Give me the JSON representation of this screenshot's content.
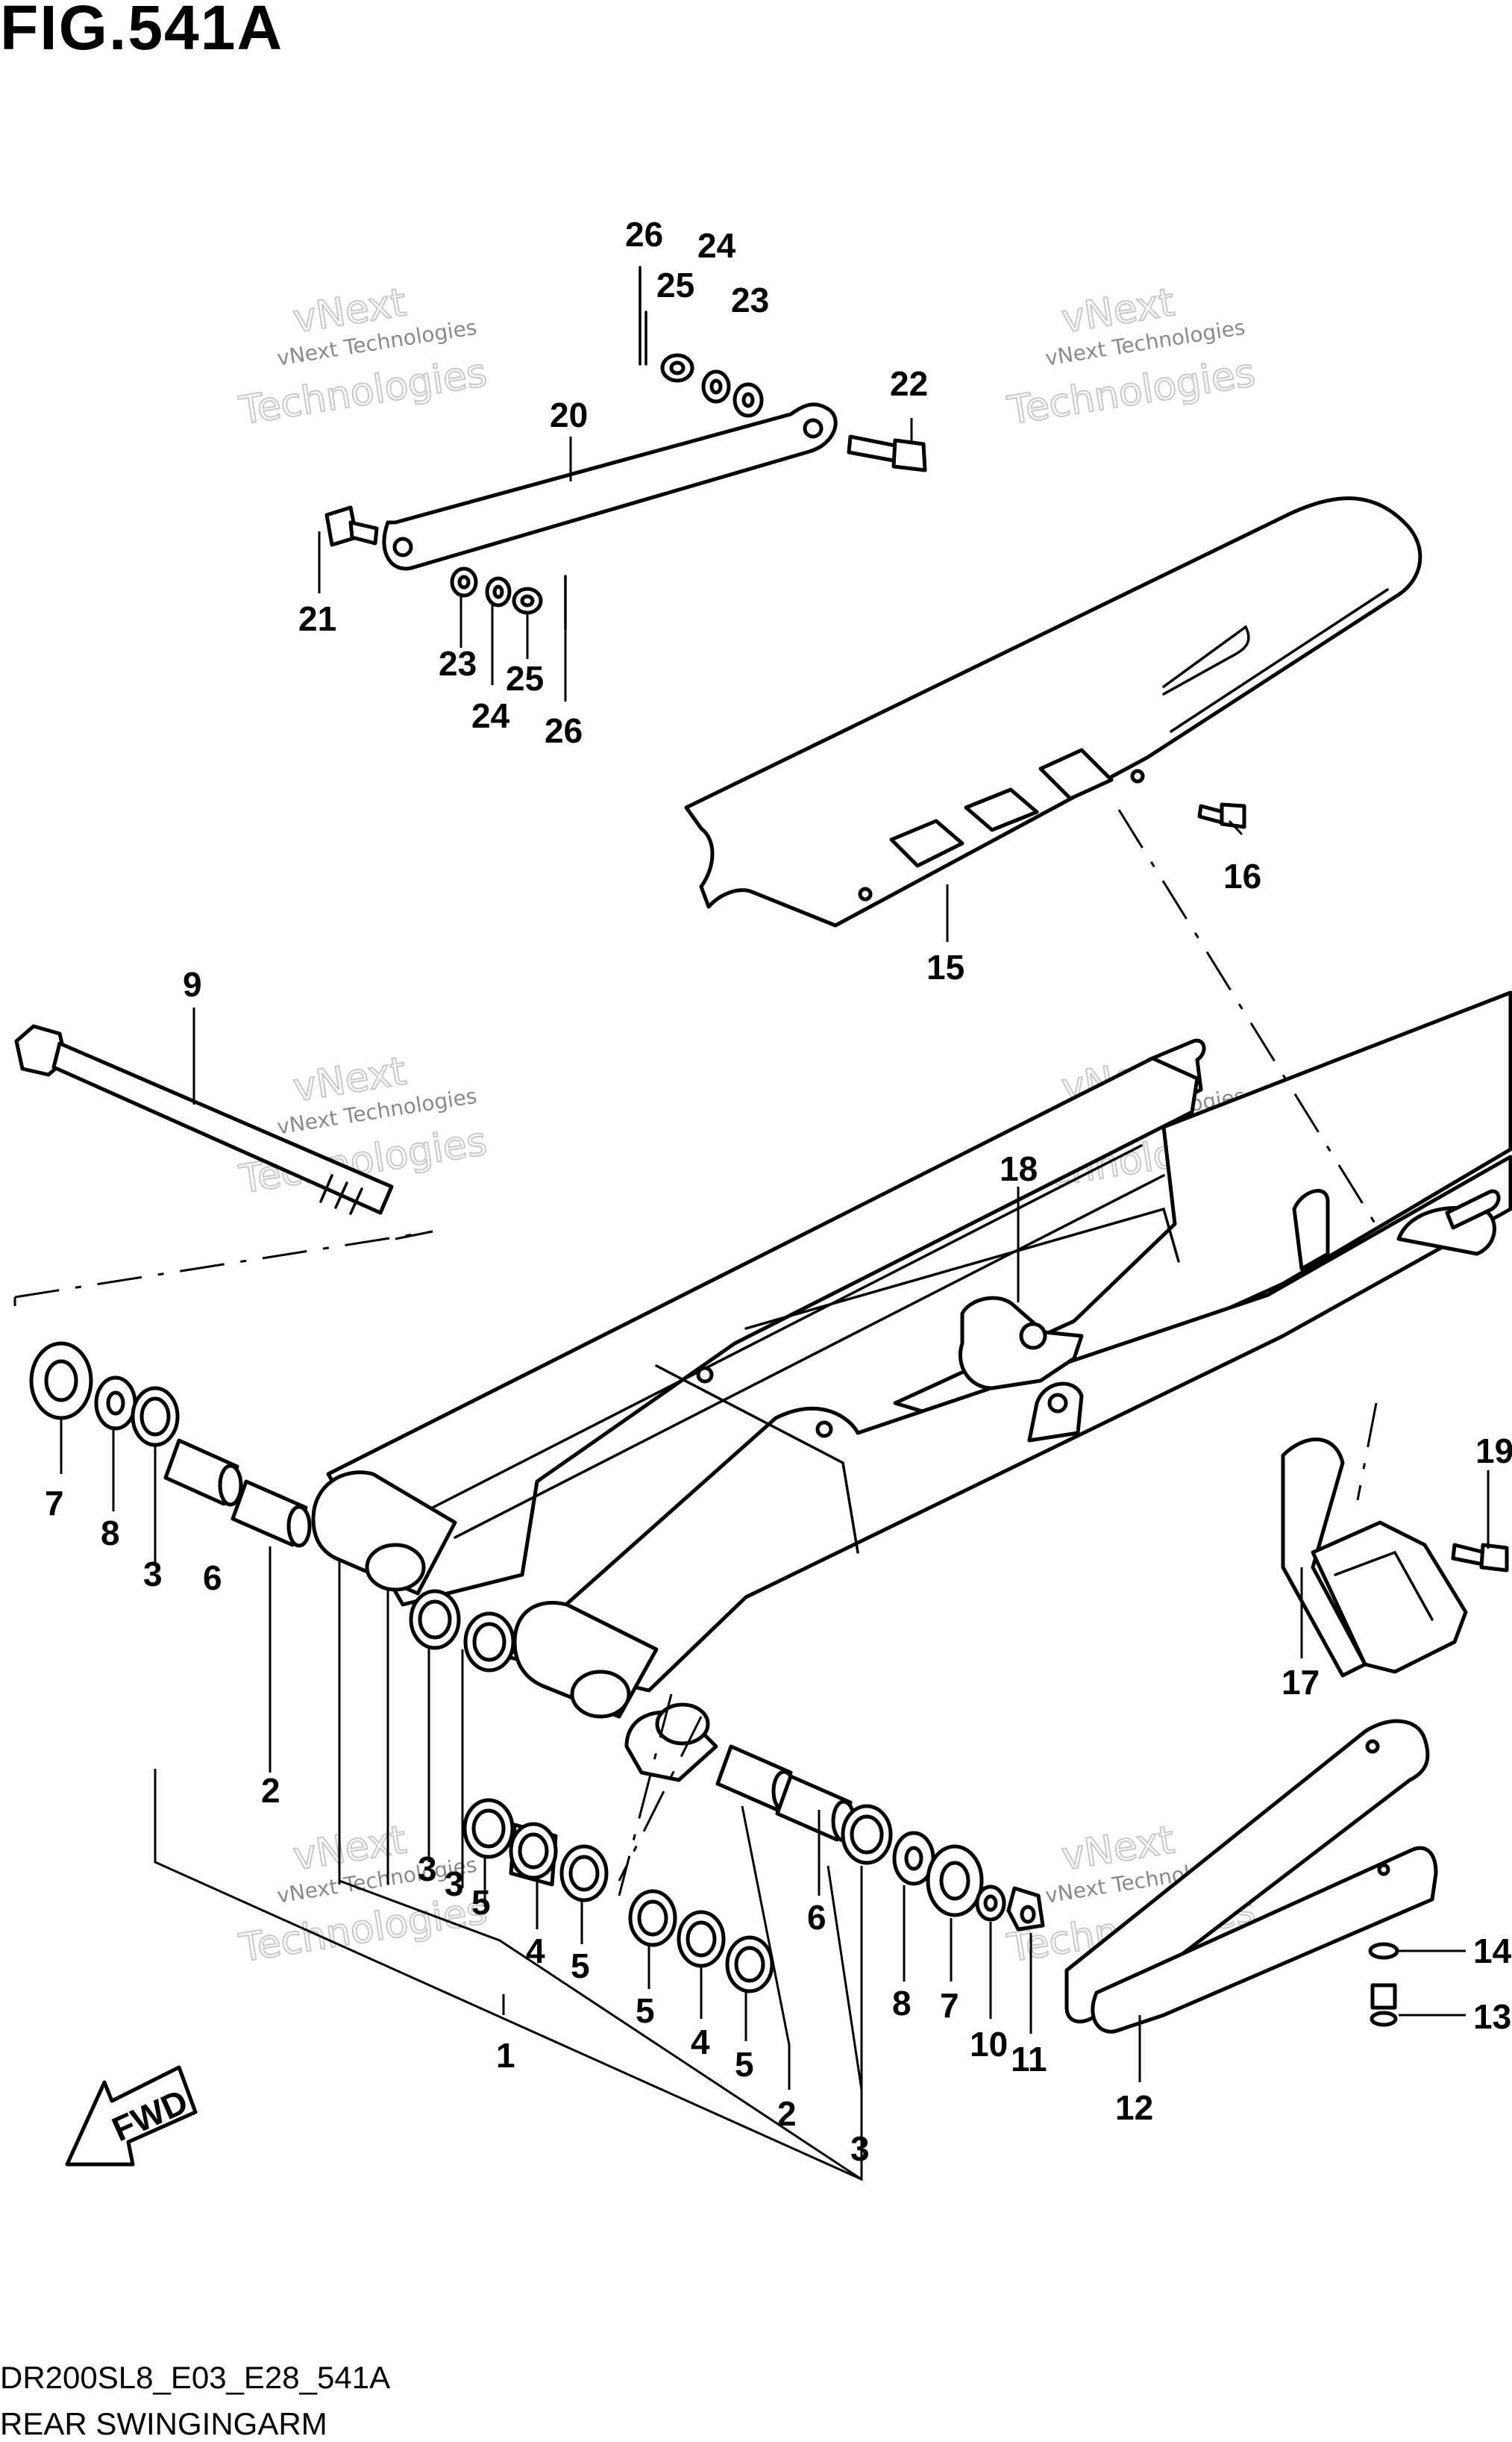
{
  "figure": {
    "title": "FIG.541A",
    "code": "DR200SL8_E03_E28_541A",
    "caption": "REAR SWINGINGARM"
  },
  "watermark": {
    "line1": "vNext Technologies",
    "line2a": "vNext",
    "line2b": "Technologies"
  },
  "fwd_label": "FWD",
  "callouts": {
    "c26a": "26",
    "c24a": "24",
    "c25a": "25",
    "c23a": "23",
    "c20": "20",
    "c22": "22",
    "c21": "21",
    "c23b": "23",
    "c24b": "24",
    "c25b": "25",
    "c26b": "26",
    "c16": "16",
    "c15": "15",
    "c9": "9",
    "c18": "18",
    "c19": "19",
    "c17": "17",
    "c7a": "7",
    "c8a": "8",
    "c3a": "3",
    "c6a": "6",
    "c2a": "2",
    "c3b": "3",
    "c3c": "3",
    "c5a": "5",
    "c4a": "4",
    "c5b": "5",
    "c1": "1",
    "c5c": "5",
    "c4b": "4",
    "c5d": "5",
    "c2b": "2",
    "c3d": "3",
    "c6b": "6",
    "c8b": "8",
    "c7b": "7",
    "c10": "10",
    "c11": "11",
    "c12": "12",
    "c14": "14",
    "c13": "13"
  },
  "colors": {
    "ink": "#000000",
    "paper": "#ffffff",
    "watermark": "#8a8a8a"
  }
}
